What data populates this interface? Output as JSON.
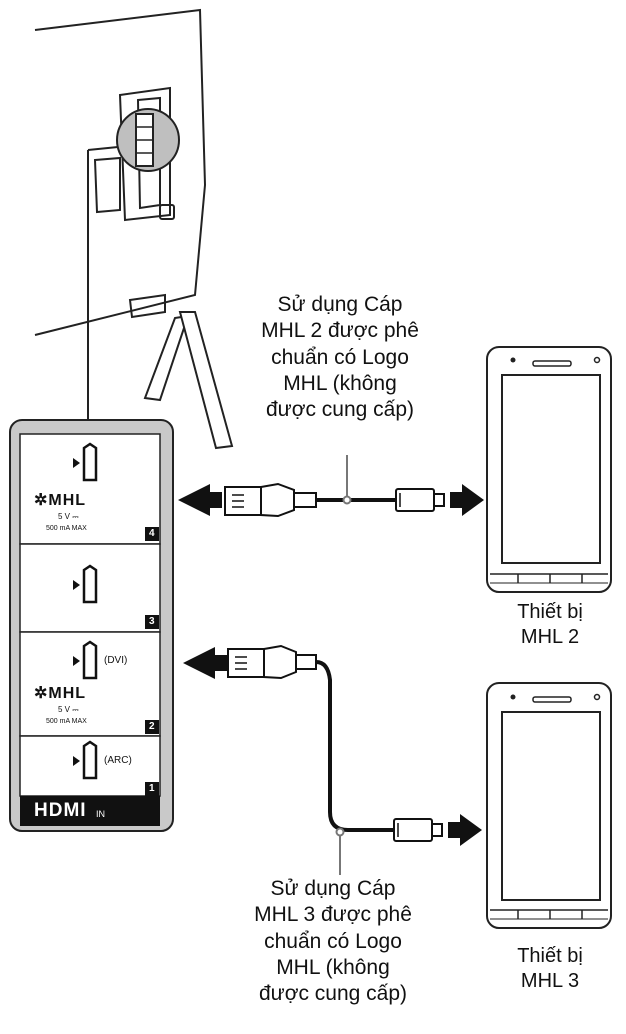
{
  "panel": {
    "ports": [
      {
        "number": "4",
        "mhl_logo": "✲MHL",
        "voltage": "5 V  ⎓",
        "current": "500 mA MAX"
      },
      {
        "number": "3"
      },
      {
        "number": "2",
        "tag": "(DVI)",
        "mhl_logo": "✲MHL",
        "voltage": "5 V  ⎓",
        "current": "500 mA MAX"
      },
      {
        "number": "1",
        "tag": "(ARC)"
      }
    ],
    "footer_logo": "HDMI",
    "footer_in": "IN"
  },
  "cable_top": {
    "lines": [
      "Sử dụng Cáp",
      "MHL 2 được phê",
      "chuẩn có Logo",
      "MHL (không",
      "được cung cấp)"
    ]
  },
  "cable_bottom": {
    "lines": [
      "Sử dụng Cáp",
      "MHL 3 được phê",
      "chuẩn có Logo",
      "MHL (không",
      "được cung cấp)"
    ]
  },
  "device_top": {
    "lines": [
      "Thiết bị",
      "MHL 2"
    ]
  },
  "device_bottom": {
    "lines": [
      "Thiết bị",
      "MHL 3"
    ]
  }
}
